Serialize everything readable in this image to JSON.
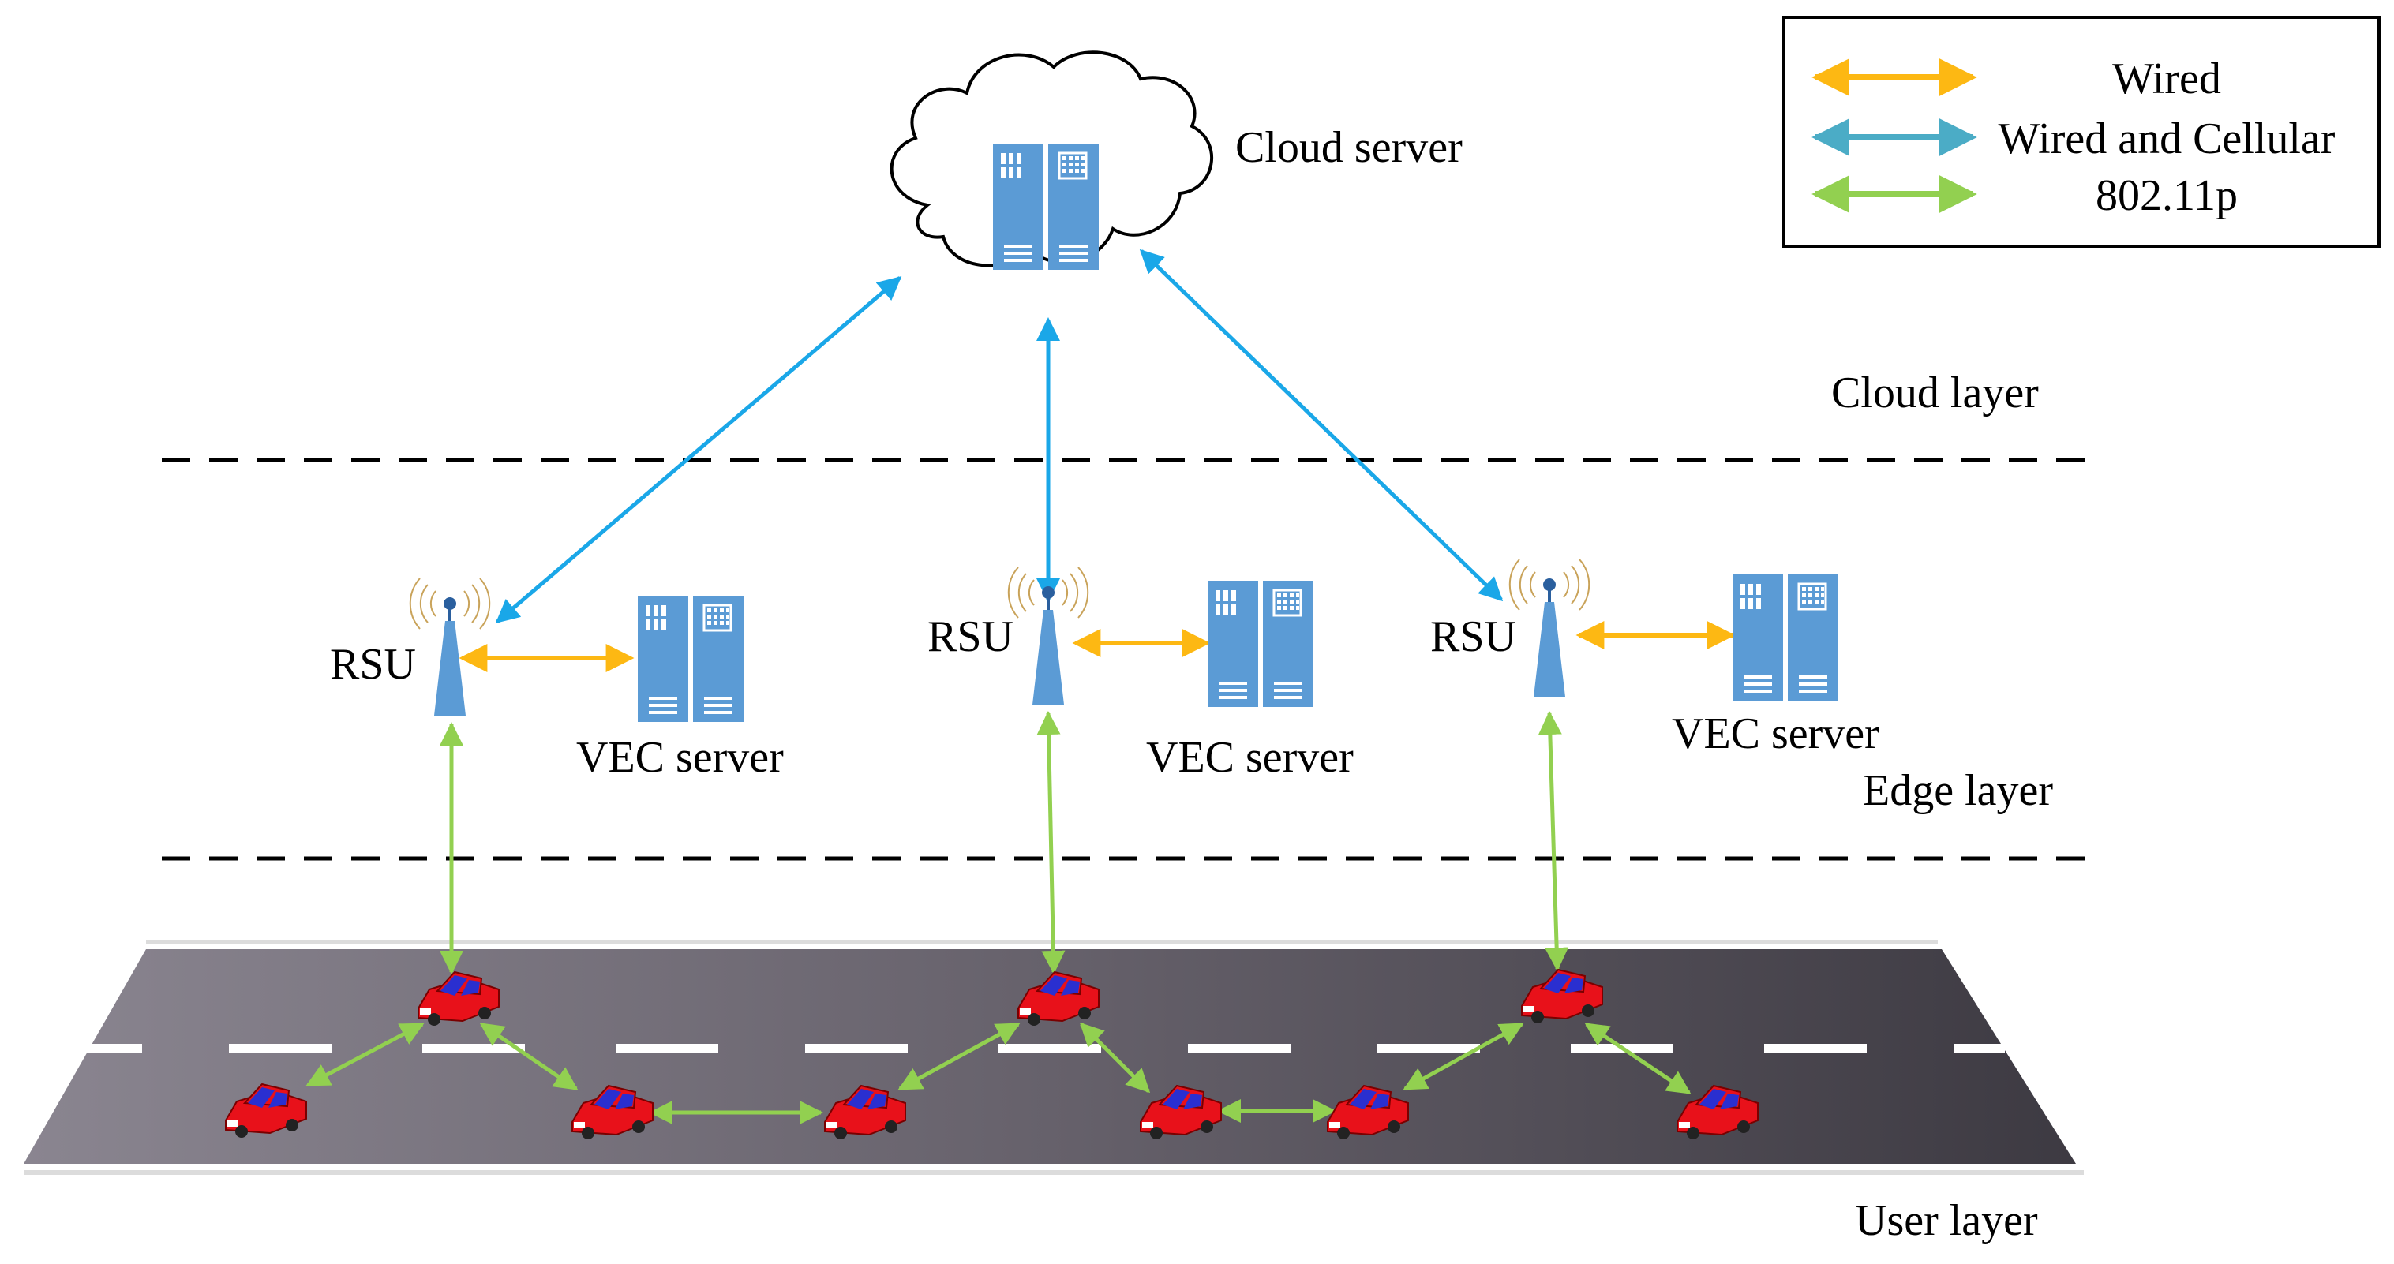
{
  "legend": {
    "items": [
      {
        "label": "Wired",
        "color": "#FDB813"
      },
      {
        "label": "Wired and Cellular",
        "color": "#4BACC6"
      },
      {
        "label": "802.11p",
        "color": "#92D050"
      }
    ]
  },
  "cloud": {
    "label": "Cloud server"
  },
  "layers": {
    "cloud": "Cloud layer",
    "edge": "Edge layer",
    "user": "User layer"
  },
  "rsus": [
    {
      "label": "RSU",
      "server_label": "VEC server"
    },
    {
      "label": "RSU",
      "server_label": "VEC server"
    },
    {
      "label": "RSU",
      "server_label": "VEC server"
    }
  ],
  "colors": {
    "wired": "#FDB813",
    "cellular": "#1AA7E8",
    "dsrc": "#92D050",
    "server_fill": "#5B9BD5",
    "road": "#5a5560",
    "car_body": "#E8111A",
    "car_window": "#2A2FD0"
  }
}
